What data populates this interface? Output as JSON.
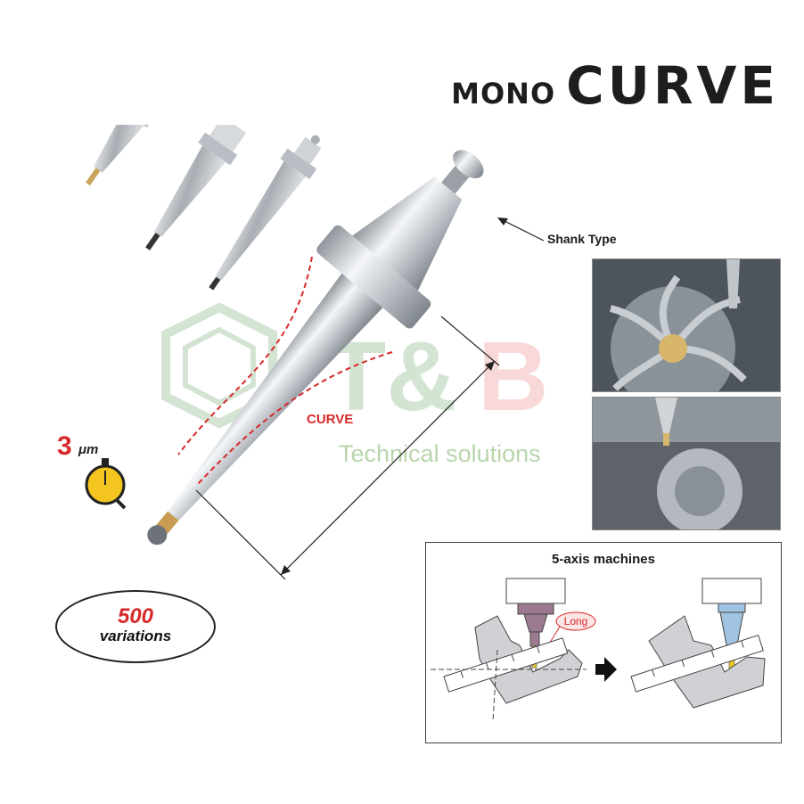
{
  "title": {
    "small": "MONO",
    "big": "CURVE"
  },
  "labels": {
    "shank_type": "Shank Type",
    "curve": "CURVE"
  },
  "precision": {
    "value": "3",
    "unit": "μm"
  },
  "variations": {
    "count": "500",
    "text": "variations"
  },
  "diagram": {
    "title": "5-axis machines",
    "callout": "Long"
  },
  "watermark": {
    "brand": "T&B",
    "tagline": "Technical solutions"
  },
  "colors": {
    "accent_red": "#d62a2a",
    "holder_purple": "#9b7a90",
    "holder_blue": "#9fc3e0",
    "tip_yellow": "#e7c62a",
    "watermark_green": "#7fb46a",
    "watermark_red": "#e05050"
  },
  "icons": [
    "dial-gauge-icon",
    "arrow-right-icon"
  ]
}
